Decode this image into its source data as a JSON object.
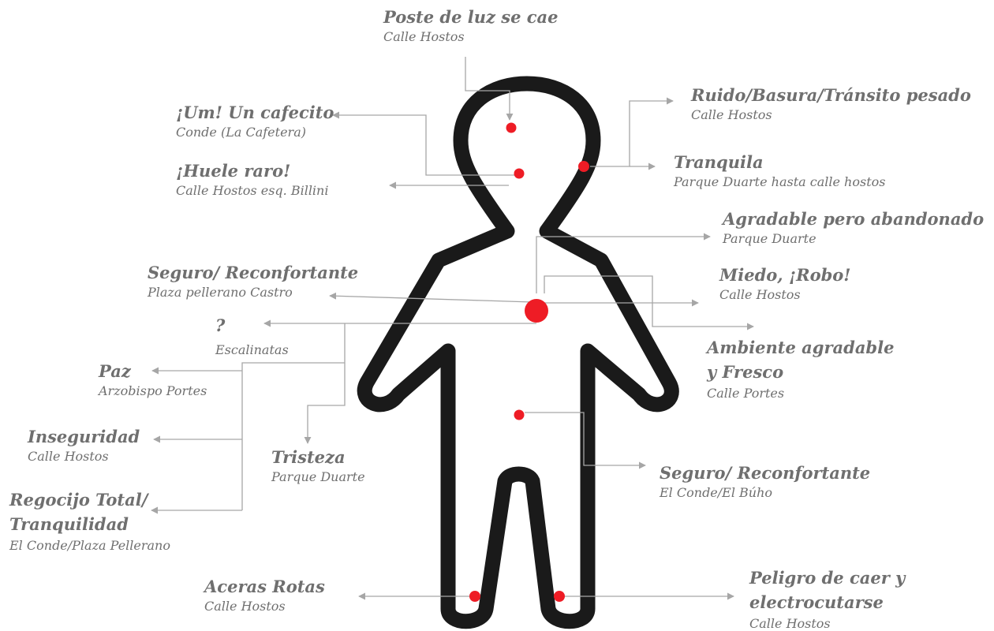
{
  "colors": {
    "body_outline": "#1a1a1a",
    "marker": "#ee1c25",
    "leader": "#a6a6a6",
    "text": "#6f6f6f"
  },
  "labels": {
    "poste": {
      "title": "Poste de luz se cae",
      "place": "Calle Hostos"
    },
    "ruido": {
      "title": "Ruido/Basura/Tránsito pesado",
      "place": "Calle Hostos"
    },
    "cafecito": {
      "title": "¡Um! Un cafecito",
      "place": "Conde (La Cafetera)"
    },
    "huele": {
      "title": "¡Huele raro!",
      "place": "Calle Hostos esq. Billini"
    },
    "tranquila": {
      "title": "Tranquila",
      "place": "Parque Duarte hasta calle hostos"
    },
    "agradable": {
      "title": "Agradable pero abandonado",
      "place": "Parque Duarte"
    },
    "seguro_plaza": {
      "title": "Seguro/ Reconfortante",
      "place": "Plaza pellerano Castro"
    },
    "miedo": {
      "title": "Miedo, ¡Robo!",
      "place": "Calle Hostos"
    },
    "question": {
      "title": "?",
      "place": "Escalinatas"
    },
    "ambiente": {
      "title_line1": "Ambiente agradable",
      "title_line2": "y Fresco",
      "place": "Calle Portes"
    },
    "paz": {
      "title": "Paz",
      "place": "Arzobispo Portes"
    },
    "inseguridad": {
      "title": "Inseguridad",
      "place": "Calle Hostos"
    },
    "tristeza": {
      "title": "Tristeza",
      "place": "Parque Duarte"
    },
    "seguro_conde": {
      "title": "Seguro/ Reconfortante",
      "place": "El Conde/El Búho"
    },
    "regocijo": {
      "title_line1": "Regocijo Total/",
      "title_line2": "Tranquilidad",
      "place": "El Conde/Plaza Pellerano"
    },
    "aceras": {
      "title": "Aceras Rotas",
      "place": "Calle Hostos"
    },
    "peligro": {
      "title_line1": "Peligro de caer y",
      "title_line2": "electrocutarse",
      "place": "Calle Hostos"
    }
  }
}
